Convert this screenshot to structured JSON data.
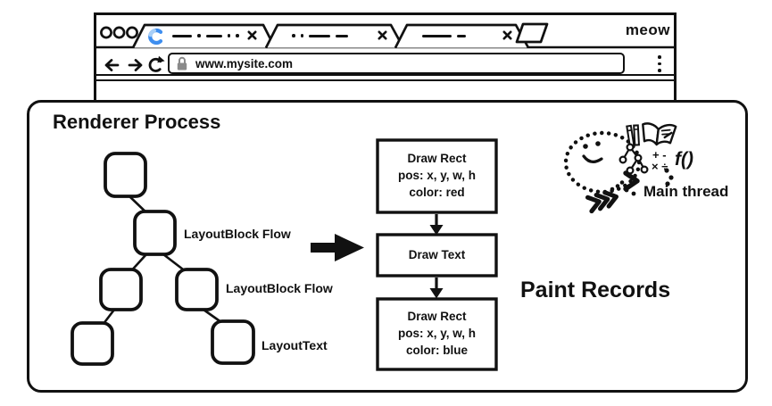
{
  "browser": {
    "brand": "meow",
    "address_bar": {
      "url": "www.mysite.com"
    },
    "icons": {
      "traffic_lights": "three-circles",
      "back": "left-arrow",
      "forward": "right-arrow",
      "reload": "circular-arrow",
      "lock": "padlock",
      "menu": "kebab-dots",
      "tab_close": "x-cross",
      "tab_loading": "blue-spinner-arc",
      "new_tab": "blank-tab-parallelogram"
    }
  },
  "diagram": {
    "title": "Renderer Process",
    "layout_tree": {
      "labels": [
        "LayoutBlock Flow",
        "LayoutBlock Flow",
        "LayoutText"
      ]
    },
    "paint_records": {
      "heading": "Paint Records",
      "records": [
        {
          "line1": "Draw Rect",
          "line2": "pos: x, y, w, h",
          "line3": "color: red"
        },
        {
          "line1": "Draw Text"
        },
        {
          "line1": "Draw Rect",
          "line2": "pos: x, y, w, h",
          "line3": "color: blue"
        }
      ]
    },
    "main_thread": {
      "label": "Main thread",
      "function_glyph": "f()",
      "math_top": "+ -",
      "math_bottom": "× ÷"
    }
  },
  "colors": {
    "ink": "#111111",
    "spinner_primary": "#3e8eef",
    "spinner_secondary": "#a9cff7",
    "lock_gray": "#8a8a8a"
  }
}
